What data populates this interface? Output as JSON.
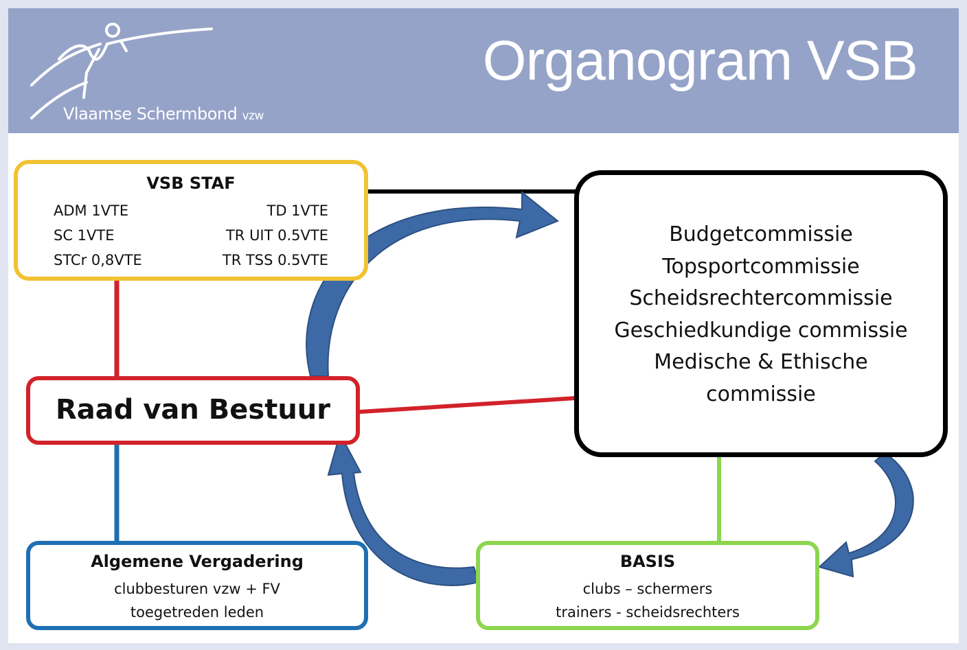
{
  "header": {
    "logo_text": "Vlaamse Schermbond",
    "logo_suffix": "vzw",
    "title": "Organogram VSB"
  },
  "staf": {
    "title": "VSB STAF",
    "left_items": [
      "ADM 1VTE",
      "SC 1VTE",
      "STCr 0,8VTE"
    ],
    "right_items": [
      "TD 1VTE",
      "TR UIT 0.5VTE",
      "TR TSS 0.5VTE"
    ]
  },
  "raad": {
    "title": "Raad van Bestuur"
  },
  "commissions": {
    "lines": [
      "Budgetcommissie",
      "Topsportcommissie",
      "Scheidsrechtercommissie",
      "Geschiedkundige commissie",
      "Medische & Ethische",
      "commissie"
    ]
  },
  "algemene": {
    "title": "Algemene Vergadering",
    "lines": [
      "clubbesturen vzw + FV",
      "toegetreden leden"
    ]
  },
  "basis": {
    "title": "BASIS",
    "lines": [
      "clubs – schermers",
      "trainers - scheidsrechters"
    ]
  },
  "colors": {
    "header": "#96a3c8",
    "staf": "#f1c232",
    "raad": "#d2222a",
    "algemene": "#1f6fb3",
    "basis": "#8cd64f",
    "commissions": "#000000",
    "arrow": "#3d6aa6"
  }
}
